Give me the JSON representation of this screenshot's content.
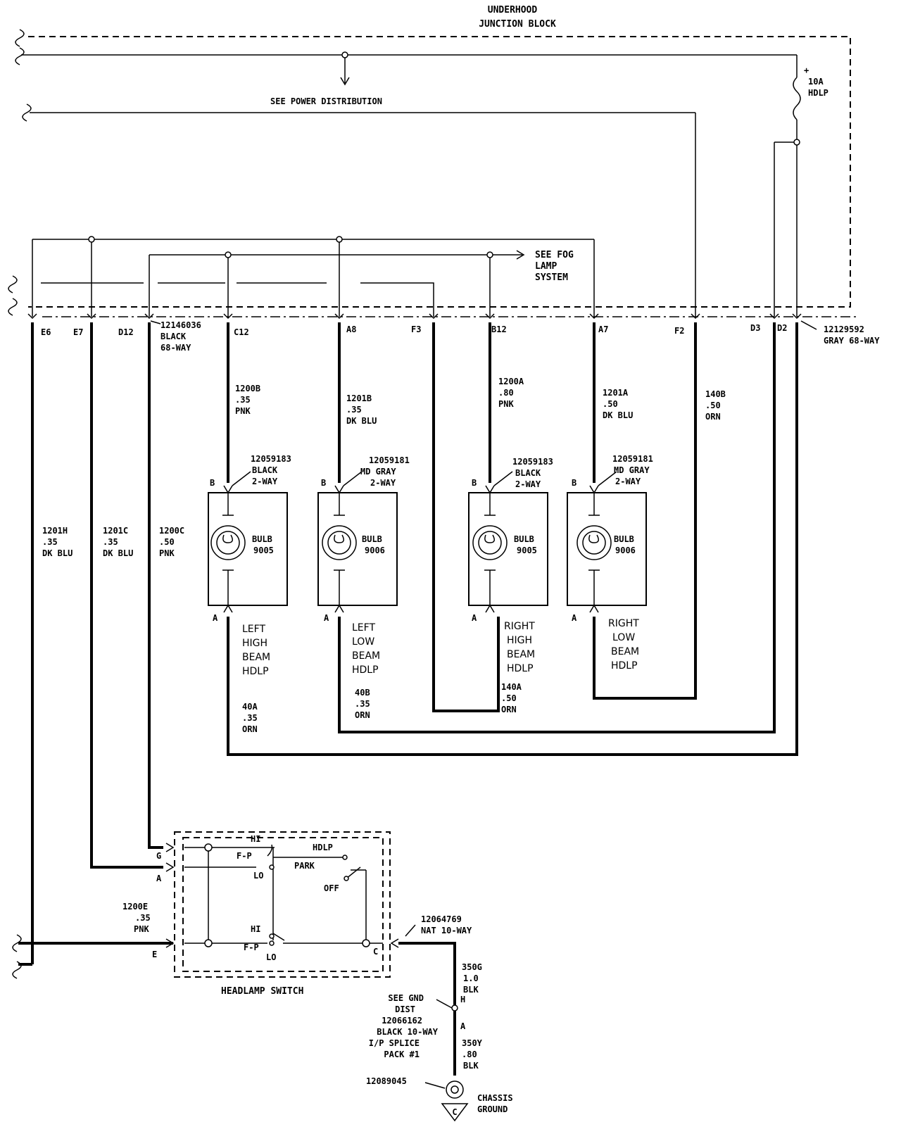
{
  "junction_block": {
    "line1": "UNDERHOOD",
    "line2": "JUNCTION BLOCK"
  },
  "power_dist": "SEE POWER DISTRIBUTION",
  "fuse": {
    "rating": "10A",
    "name": "HDLP"
  },
  "fog_ref": [
    "SEE FOG",
    "LAMP",
    "SYSTEM"
  ],
  "connector_black": [
    "12146036",
    "BLACK",
    "68-WAY"
  ],
  "connector_gray": [
    "12129592",
    "GRAY 68-WAY"
  ],
  "pins": [
    "E6",
    "E7",
    "D12",
    "C12",
    "A8",
    "F3",
    "B12",
    "A7",
    "F2",
    "D3",
    "D2"
  ],
  "wires": {
    "w1200b": [
      "1200B",
      ".35",
      "PNK"
    ],
    "w1201b": [
      "1201B",
      ".35",
      "DK BLU"
    ],
    "w1200a": [
      "1200A",
      ".80",
      "PNK"
    ],
    "w1201a": [
      "1201A",
      ".50",
      "DK BLU"
    ],
    "w140b": [
      "140B",
      ".50",
      "ORN"
    ],
    "w1201h": [
      "1201H",
      ".35",
      "DK BLU"
    ],
    "w1201c": [
      "1201C",
      ".35",
      "DK BLU"
    ],
    "w1200c": [
      "1200C",
      ".50",
      "PNK"
    ],
    "w40a": [
      "40A",
      ".35",
      "ORN"
    ],
    "w40b": [
      "40B",
      ".35",
      "ORN"
    ],
    "w140a": [
      "140A",
      ".50",
      "ORN"
    ],
    "w1200e": [
      "1200E",
      ".35",
      "PNK"
    ],
    "w350g": [
      "350G",
      "1.0",
      "BLK"
    ],
    "w350y": [
      "350Y",
      ".80",
      "BLK"
    ]
  },
  "lamps": [
    {
      "conn": [
        "12059183",
        "BLACK",
        "2-WAY"
      ],
      "bulb": "BULB",
      "num": "9005",
      "name": [
        "LEFT",
        "HIGH",
        "BEAM",
        "HDLP"
      ]
    },
    {
      "conn": [
        "12059181",
        "MD GRAY",
        "2-WAY"
      ],
      "bulb": "BULB",
      "num": "9006",
      "name": [
        "LEFT",
        "LOW",
        "BEAM",
        "HDLP"
      ]
    },
    {
      "conn": [
        "12059183",
        "BLACK",
        "2-WAY"
      ],
      "bulb": "BULB",
      "num": "9005",
      "name": [
        "RIGHT",
        "HIGH",
        "BEAM",
        "HDLP"
      ]
    },
    {
      "conn": [
        "12059181",
        "MD GRAY",
        "2-WAY"
      ],
      "bulb": "BULB",
      "num": "9006",
      "name": [
        "RIGHT",
        "LOW",
        "BEAM",
        "HDLP"
      ]
    }
  ],
  "pin_a": "A",
  "pin_b": "B",
  "switch": {
    "title": "HEADLAMP SWITCH",
    "hi": "HI",
    "fp": "F-P",
    "lo": "LO",
    "hdlp": "HDLP",
    "park": "PARK",
    "off": "OFF",
    "pin_g": "G",
    "pin_a": "A",
    "pin_e": "E",
    "pin_c": "C"
  },
  "nat_conn": [
    "12064769",
    "NAT 10-WAY"
  ],
  "splice": {
    "pin_h": "H",
    "pin_a": "A",
    "lines": [
      "SEE GND",
      "DIST",
      "12066162",
      "BLACK 10-WAY",
      "I/P SPLICE",
      "PACK #1"
    ]
  },
  "ground": {
    "part": "12089045",
    "line1": "CHASSIS",
    "line2": "GROUND",
    "letter": "C"
  }
}
